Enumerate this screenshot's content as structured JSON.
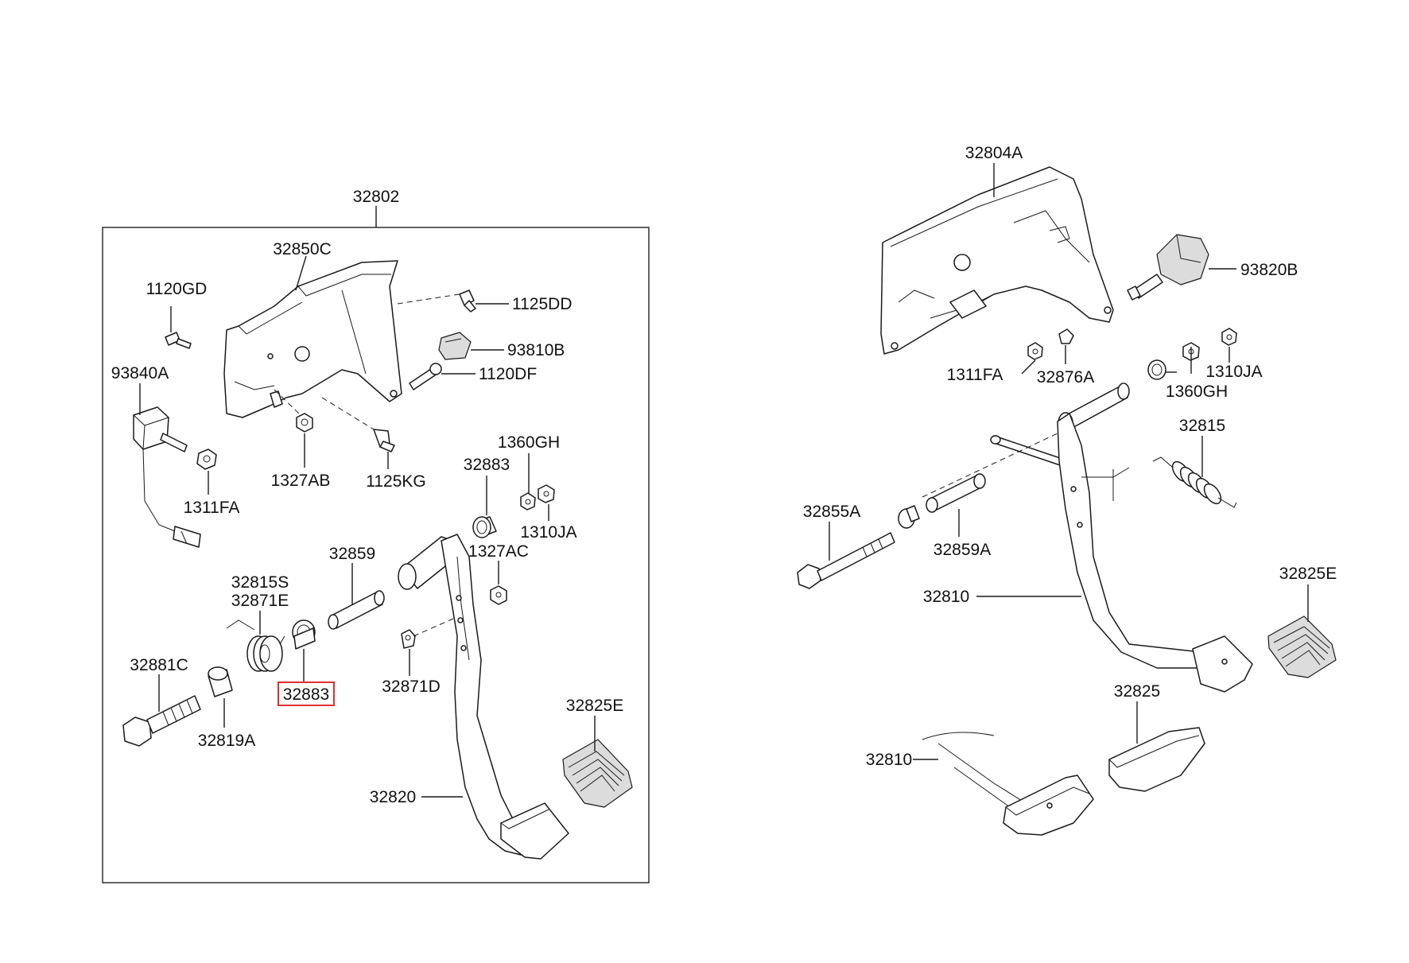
{
  "diagram": {
    "highlight_color": "#e03030",
    "line_color": "#1a1a1a",
    "left_assembly": {
      "group_label": "32802",
      "labels": {
        "p32850C": "32850C",
        "p1120GD": "1120GD",
        "p1125DD": "1125DD",
        "p93810B": "93810B",
        "p1120DF": "1120DF",
        "p93840A": "93840A",
        "p1327AB": "1327AB",
        "p1125KG": "1125KG",
        "p1311FA": "1311FA",
        "p1360GH": "1360GH",
        "p32883_top": "32883",
        "p1310JA": "1310JA",
        "p1327AC": "1327AC",
        "p32859": "32859",
        "p32815S": "32815S",
        "p32871E": "32871E",
        "p32881C": "32881C",
        "p32883_hl": "32883",
        "p32871D": "32871D",
        "p32819A": "32819A",
        "p32825E": "32825E",
        "p32820": "32820"
      }
    },
    "right_assembly": {
      "labels": {
        "p32804A": "32804A",
        "p93820B": "93820B",
        "p1311FA": "1311FA",
        "p32876A": "32876A",
        "p1310JA": "1310JA",
        "p1360GH": "1360GH",
        "p32815": "32815",
        "p32855A": "32855A",
        "p32859A": "32859A",
        "p32825E": "32825E",
        "p32810_upper": "32810",
        "p32825": "32825",
        "p32810_lower": "32810"
      }
    }
  }
}
